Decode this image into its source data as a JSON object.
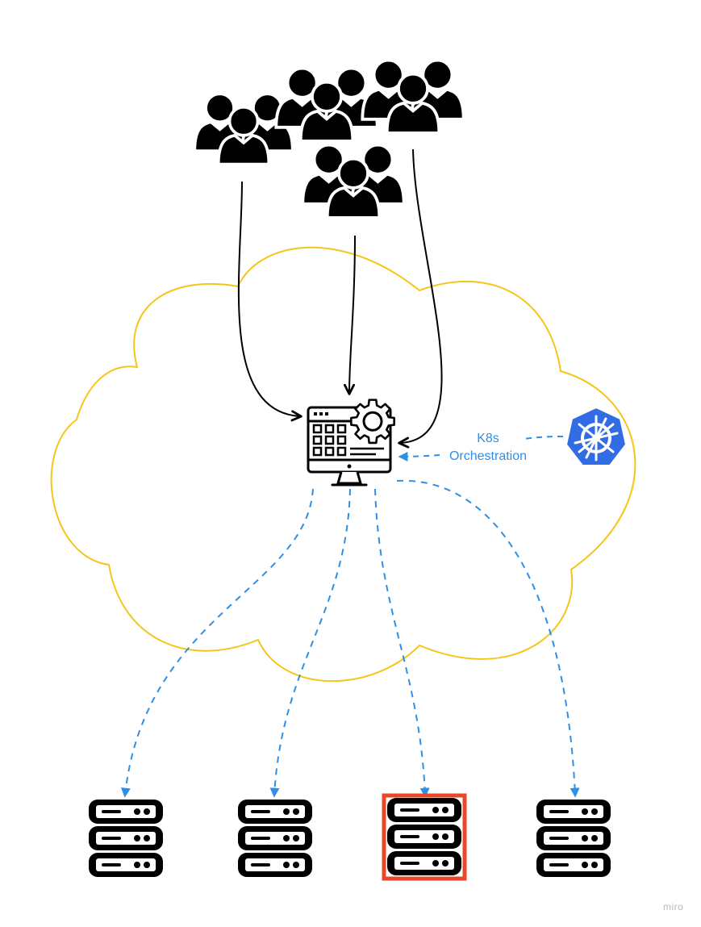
{
  "diagram": {
    "orchestration_label_line1": "K8s",
    "orchestration_label_line2": "Orchestration",
    "watermark": "miro",
    "nodes": {
      "user_groups": [
        "users-icon",
        "users-icon",
        "users-icon",
        "users-icon"
      ],
      "central": "control-panel-gear-icon",
      "orchestrator": "kubernetes-helm-icon",
      "servers": [
        "server-icon",
        "server-icon",
        "server-icon",
        "server-icon"
      ],
      "highlighted_server_index": 2
    },
    "colors": {
      "cloud_outline": "#f5c518",
      "dashed_arrows": "#2d8fe6",
      "solid_arrows": "#000000",
      "kubernetes_blue": "#326ce5",
      "highlight_border": "#e8472a"
    }
  }
}
